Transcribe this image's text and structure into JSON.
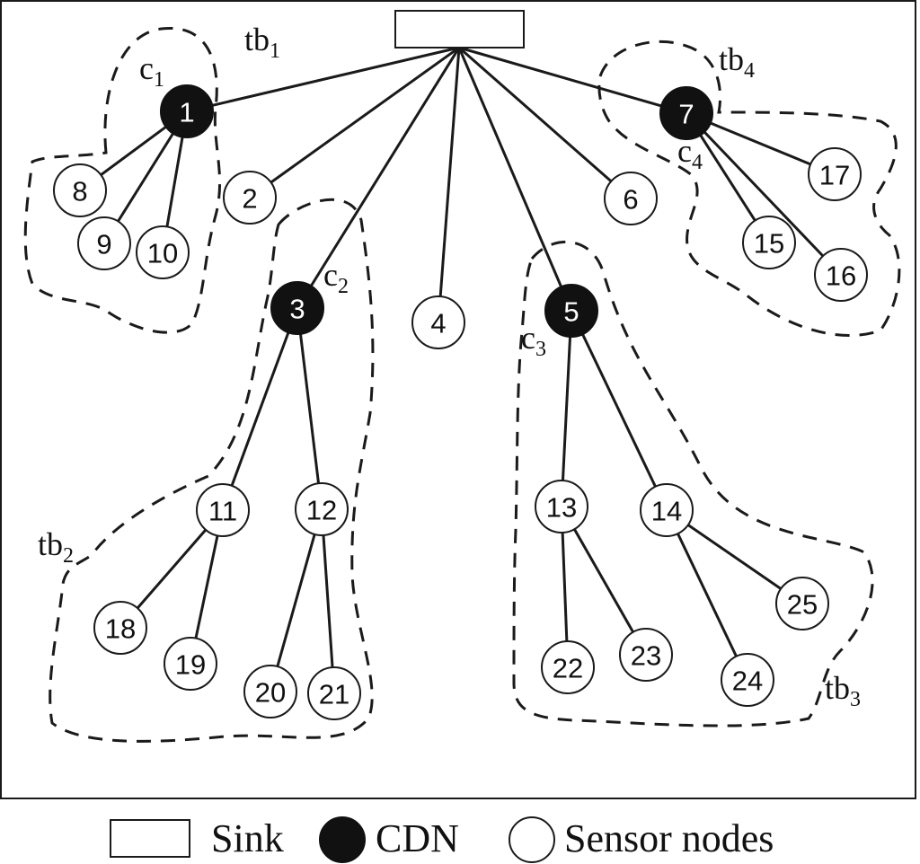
{
  "diagram": {
    "sink_label": "",
    "nodes": [
      {
        "id": "1",
        "type": "cdn"
      },
      {
        "id": "2",
        "type": "sensor"
      },
      {
        "id": "3",
        "type": "cdn"
      },
      {
        "id": "4",
        "type": "sensor"
      },
      {
        "id": "5",
        "type": "cdn"
      },
      {
        "id": "6",
        "type": "sensor"
      },
      {
        "id": "7",
        "type": "cdn"
      },
      {
        "id": "8",
        "type": "sensor"
      },
      {
        "id": "9",
        "type": "sensor"
      },
      {
        "id": "10",
        "type": "sensor"
      },
      {
        "id": "11",
        "type": "sensor"
      },
      {
        "id": "12",
        "type": "sensor"
      },
      {
        "id": "13",
        "type": "sensor"
      },
      {
        "id": "14",
        "type": "sensor"
      },
      {
        "id": "15",
        "type": "sensor"
      },
      {
        "id": "16",
        "type": "sensor"
      },
      {
        "id": "17",
        "type": "sensor"
      },
      {
        "id": "18",
        "type": "sensor"
      },
      {
        "id": "19",
        "type": "sensor"
      },
      {
        "id": "20",
        "type": "sensor"
      },
      {
        "id": "21",
        "type": "sensor"
      },
      {
        "id": "22",
        "type": "sensor"
      },
      {
        "id": "23",
        "type": "sensor"
      },
      {
        "id": "24",
        "type": "sensor"
      },
      {
        "id": "25",
        "type": "sensor"
      }
    ],
    "edges": [
      [
        "sink",
        "1"
      ],
      [
        "sink",
        "2"
      ],
      [
        "sink",
        "3"
      ],
      [
        "sink",
        "4"
      ],
      [
        "sink",
        "5"
      ],
      [
        "sink",
        "6"
      ],
      [
        "sink",
        "7"
      ],
      [
        "1",
        "8"
      ],
      [
        "1",
        "9"
      ],
      [
        "1",
        "10"
      ],
      [
        "3",
        "11"
      ],
      [
        "3",
        "12"
      ],
      [
        "11",
        "18"
      ],
      [
        "11",
        "19"
      ],
      [
        "12",
        "20"
      ],
      [
        "12",
        "21"
      ],
      [
        "5",
        "13"
      ],
      [
        "5",
        "14"
      ],
      [
        "13",
        "22"
      ],
      [
        "13",
        "23"
      ],
      [
        "14",
        "24"
      ],
      [
        "14",
        "25"
      ],
      [
        "7",
        "15"
      ],
      [
        "7",
        "16"
      ],
      [
        "7",
        "17"
      ]
    ],
    "regions": [
      {
        "name": "tb",
        "sub": "1",
        "cluster": "c",
        "cluster_sub": "1"
      },
      {
        "name": "tb",
        "sub": "2",
        "cluster": "c",
        "cluster_sub": "2"
      },
      {
        "name": "tb",
        "sub": "3",
        "cluster": "c",
        "cluster_sub": "3"
      },
      {
        "name": "tb",
        "sub": "4",
        "cluster": "c",
        "cluster_sub": "4"
      }
    ]
  },
  "legend": {
    "sink": "Sink",
    "cdn": "CDN",
    "sensor": "Sensor nodes"
  },
  "colors": {
    "cdn_fill": "#111111",
    "sensor_fill": "#ffffff",
    "line": "#1a1a1a"
  }
}
